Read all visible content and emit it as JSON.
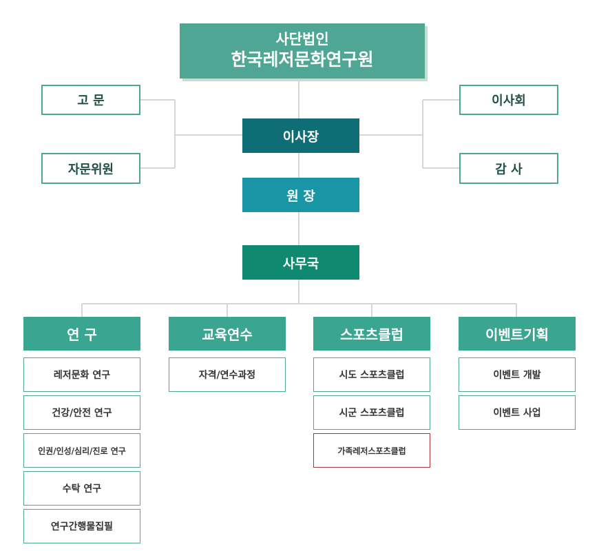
{
  "org": {
    "top": {
      "line1": "사단법인",
      "line2": "한국레저문화연구원"
    },
    "advisor": "고 문",
    "advisory_committee": "자문위원",
    "board": "이사회",
    "auditor": "감 사",
    "chairman": "이사장",
    "director": "원 장",
    "secretariat": "사무국"
  },
  "departments": [
    {
      "name": "연 구",
      "items": [
        "레저문화 연구",
        "건강/안전 연구",
        "인권/인성/심리/진로 연구",
        "수탁 연구",
        "연구간행물집필"
      ]
    },
    {
      "name": "교육연수",
      "items": [
        "자격/연수과정"
      ]
    },
    {
      "name": "스포츠클럽",
      "items": [
        "시도 스포츠클럽",
        "시군 스포츠클럽",
        "가족레저스포츠클럽"
      ]
    },
    {
      "name": "이벤트기획",
      "items": [
        "이벤트 개발",
        "이벤트 사업"
      ]
    }
  ],
  "colors": {
    "primary": "#4fa694",
    "chairman": "#0f6e75",
    "director": "#1996a6",
    "secretariat": "#0f8a70",
    "department": "#3aa591",
    "highlight_border": "#a8313a"
  }
}
